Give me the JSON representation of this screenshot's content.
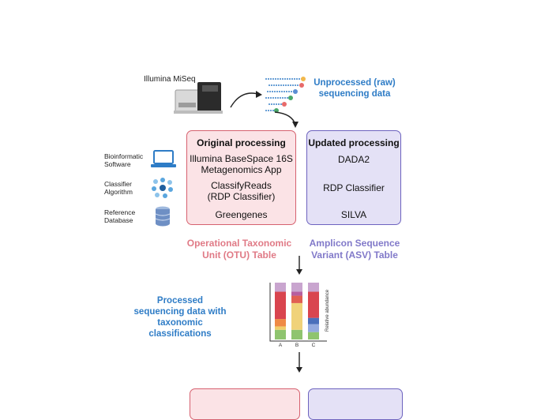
{
  "sequencer": {
    "label": "Illumina MiSeq"
  },
  "raw_data": {
    "title_line1": "Unprocessed (raw)",
    "title_line2": "sequencing data"
  },
  "side_labels": {
    "software": [
      "Bioinformatic",
      "Software"
    ],
    "classifier": [
      "Classifier",
      "Algorithm"
    ],
    "database": [
      "Reference",
      "Database"
    ]
  },
  "original": {
    "heading": "Original  processing",
    "software": [
      "Illumina BaseSpace 16S",
      "Metagenomics App"
    ],
    "classifier": [
      "ClassifyReads",
      "(RDP Classifier)"
    ],
    "database": "Greengenes"
  },
  "updated": {
    "heading": "Updated processing",
    "software": "DADA2",
    "classifier": "RDP Classifier",
    "database": "SILVA"
  },
  "otu_table": {
    "line1": "Operational Taxonomic",
    "line2": "Unit (OTU) Table"
  },
  "asv_table": {
    "line1": "Amplicon Sequence",
    "line2": "Variant (ASV) Table"
  },
  "processed": {
    "line1": "Processed",
    "line2": "sequencing data with",
    "line3": "taxonomic",
    "line4": "classifications"
  },
  "mini_chart": {
    "ylabel": "Relative abundance",
    "categories": [
      "A",
      "B",
      "C"
    ],
    "stacks": [
      {
        "category": "A",
        "segments": [
          {
            "color": "#8fc46f",
            "value": 0.17
          },
          {
            "color": "#f0cd6a",
            "value": 0.06
          },
          {
            "color": "#ef8a45",
            "value": 0.13
          },
          {
            "color": "#d9454f",
            "value": 0.48
          },
          {
            "color": "#c9a5cf",
            "value": 0.16
          }
        ]
      },
      {
        "category": "B",
        "segments": [
          {
            "color": "#8fc46f",
            "value": 0.17
          },
          {
            "color": "#f0d27a",
            "value": 0.47
          },
          {
            "color": "#e15f52",
            "value": 0.13
          },
          {
            "color": "#b65fa0",
            "value": 0.07
          },
          {
            "color": "#c9a5cf",
            "value": 0.16
          }
        ]
      },
      {
        "category": "C",
        "segments": [
          {
            "color": "#8fc46f",
            "value": 0.13
          },
          {
            "color": "#94aadf",
            "value": 0.14
          },
          {
            "color": "#4a6fbb",
            "value": 0.11
          },
          {
            "color": "#d9454f",
            "value": 0.46
          },
          {
            "color": "#c9a5cf",
            "value": 0.16
          }
        ]
      }
    ]
  },
  "colors": {
    "original_fill": "#fbe3e6",
    "original_border": "#d6616f",
    "updated_fill": "#e4e1f6",
    "updated_border": "#6d63bf",
    "accent_blue": "#2e7cc6"
  },
  "icons": [
    "sequencer-icon",
    "reads-icon",
    "laptop-icon",
    "classifier-dots-icon",
    "database-icon",
    "arrow-icon"
  ]
}
